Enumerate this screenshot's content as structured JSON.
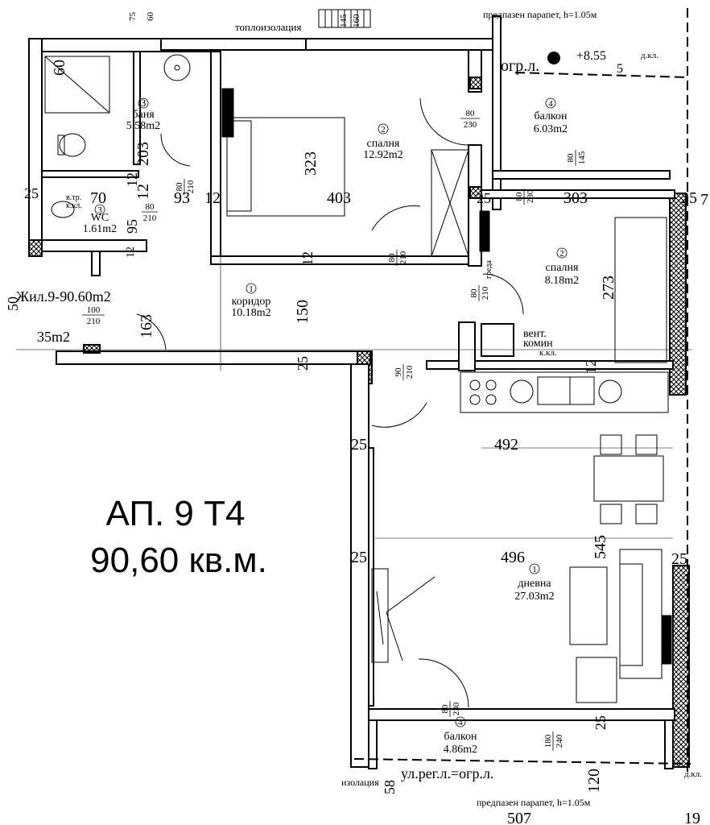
{
  "title": {
    "apartment": "АП. 9 Т4",
    "area": "90,60 кв.м."
  },
  "rooms": {
    "bathroom": {
      "num": "3",
      "name": "баня",
      "area": "5.58m2"
    },
    "wc": {
      "num": "3",
      "name": "WC",
      "area": "1.61m2"
    },
    "bedroom1": {
      "num": "2",
      "name": "спалня",
      "area": "12.92m2"
    },
    "bedroom2": {
      "num": "2",
      "name": "спалня",
      "area": "8.18m2"
    },
    "balcony1": {
      "num": "4",
      "name": "балкон",
      "area": "6.03m2"
    },
    "balcony2": {
      "num": "4",
      "name": "балкон",
      "area": "4.86m2"
    },
    "corridor": {
      "num": "1",
      "name": "коридор",
      "area": "10.18m2"
    },
    "living": {
      "num": "1",
      "name": "дневна",
      "area": "27.03m2"
    }
  },
  "labels": {
    "top_insulation": "топлоизолация",
    "top_parapet": "предпазен парапет, h=1.05м",
    "bottom_parapet": "предпазен парапет, h=1.05м",
    "ogr": "огр.л.",
    "level": "+8.55",
    "dkl_top": "д.кл.",
    "dkl_bottom": "д.кл.",
    "vent": "вент.",
    "komin": "комин",
    "kkl": "к.кл.",
    "vtr": "в.тр.",
    "kkl2": "к.кл.",
    "unit_area": "Жил.9-90.60m2",
    "prev_area": "35m2",
    "greda": "греда",
    "bottom_line": "ул.рег.л.=огр.л.",
    "bottom_insulation": "изолация"
  },
  "dimensions": {
    "d75": "75",
    "d60": "60",
    "d145": "145",
    "d160": "160",
    "d60a": "60",
    "d203": "203",
    "d12a": "12",
    "d93": "93",
    "d12b": "12",
    "d25a": "25",
    "d70": "70",
    "d95": "95",
    "d323": "323",
    "d403": "403",
    "d12c": "12",
    "d150": "150",
    "d163": "163",
    "d25b": "25",
    "d303": "303",
    "d25c": "25",
    "d7": "7",
    "d273": "273",
    "d492": "492",
    "d545": "545",
    "d496": "496",
    "d25d": "25",
    "d25e": "25",
    "d25f": "25",
    "d25g": "25",
    "d58": "58",
    "d120": "120",
    "d507": "507",
    "d19": "19",
    "d5": "5",
    "d50": "50",
    "d12d": "12",
    "d12e": "12",
    "d12f": "12",
    "d25h": "25"
  },
  "doors": {
    "wc_door": {
      "w": "80",
      "h": "210"
    },
    "bath_door": {
      "w": "80",
      "h": "210"
    },
    "corr_door": {
      "w": "100",
      "h": "210"
    },
    "bed1_door": {
      "w": "80",
      "h": "210"
    },
    "bal1_door": {
      "w": "80",
      "h": "230"
    },
    "bal1_win": {
      "w": "80",
      "h": "145"
    },
    "bed2_win": {
      "w": "80",
      "h": "230"
    },
    "bed2_door": {
      "w": "80",
      "h": "210"
    },
    "kitchen_door": {
      "w": "90",
      "h": "210"
    },
    "bal2_door": {
      "w": "80",
      "h": "230"
    },
    "bal2_win": {
      "w": "180",
      "h": "240"
    }
  }
}
